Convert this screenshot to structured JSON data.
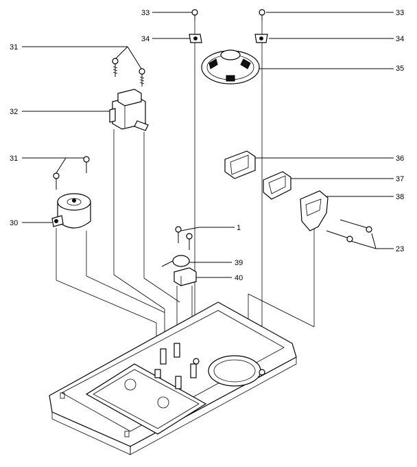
{
  "colors": {
    "ink": "#000000",
    "paper": "#ffffff"
  },
  "callouts": {
    "c33_left": "33",
    "c33_right": "33",
    "c34_left": "34",
    "c34_right": "34",
    "c31_top": "31",
    "c35": "35",
    "c32": "32",
    "c31_mid": "31",
    "c36": "36",
    "c37": "37",
    "c38": "38",
    "c30": "30",
    "c1": "1",
    "c23": "23",
    "c39": "39",
    "c40": "40"
  }
}
